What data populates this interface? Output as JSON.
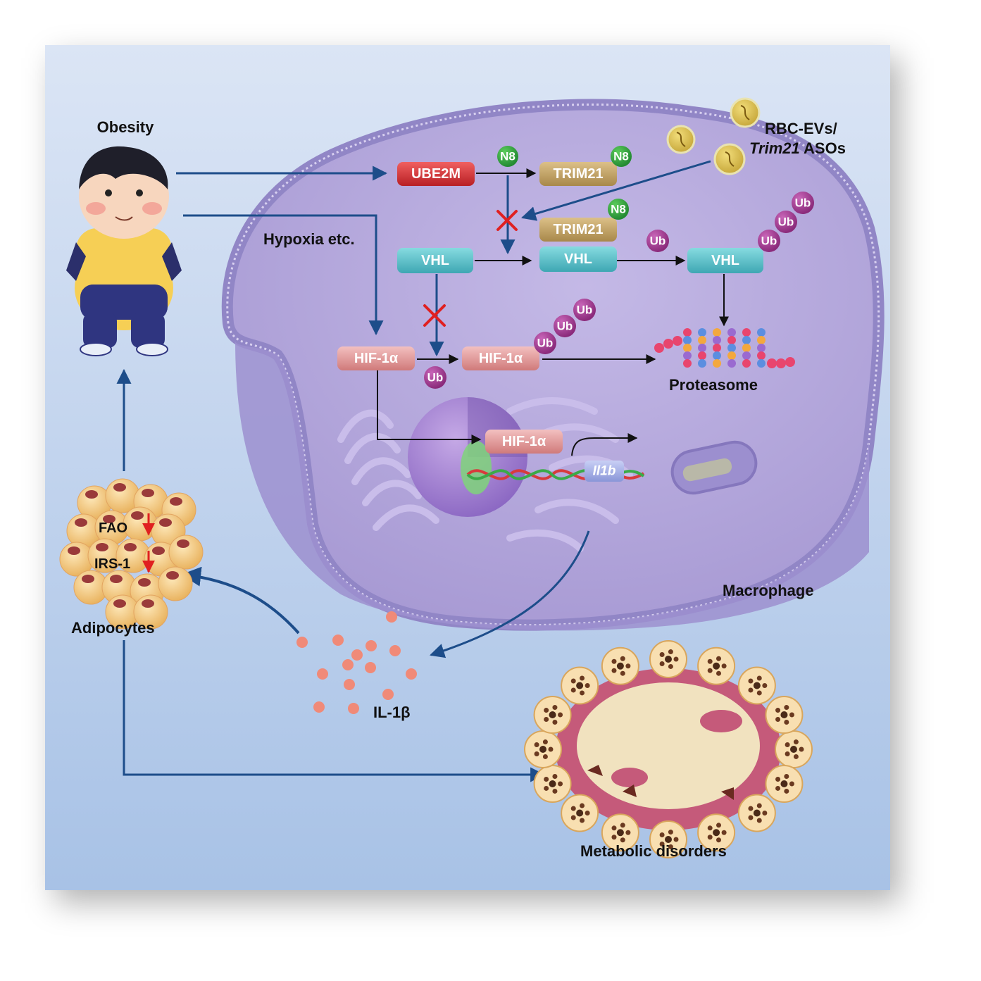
{
  "labels": {
    "obesity": "Obesity",
    "hypoxia": "Hypoxia etc.",
    "rbc_evs_line1": "RBC-EVs/",
    "rbc_evs_gene": "Trim21",
    "rbc_evs_suffix": " ASOs",
    "macrophage": "Macrophage",
    "proteasome": "Proteasome",
    "adipocytes": "Adipocytes",
    "il1b": "IL-1β",
    "metabolic": "Metabolic disorders",
    "fao": "FAO",
    "irs1": "IRS-1"
  },
  "proteins": {
    "ube2m": "UBE2M",
    "trim21_a": "TRIM21",
    "trim21_b": "TRIM21",
    "vhl_a": "VHL",
    "vhl_b": "VHL",
    "vhl_c": "VHL",
    "hif_a": "HIF-1α",
    "hif_b": "HIF-1α",
    "hif_c": "HIF-1α",
    "gene": "Il1b"
  },
  "tags": {
    "n8": "N8",
    "ub": "Ub"
  },
  "colors": {
    "background": "#c6d6ee",
    "cell": "#b3a6d8",
    "membrane": "#9a8ccc",
    "ube2m": "#d83a3c",
    "trim21": "#c2a263",
    "vhl": "#5ec3cc",
    "hif": "#e6a0a0",
    "n8": "#3aaa48",
    "ub": "#a93f96",
    "arrow_blue": "#1d4d8a",
    "il1b_dot": "#f08a78",
    "inhibit": "#e02020"
  }
}
